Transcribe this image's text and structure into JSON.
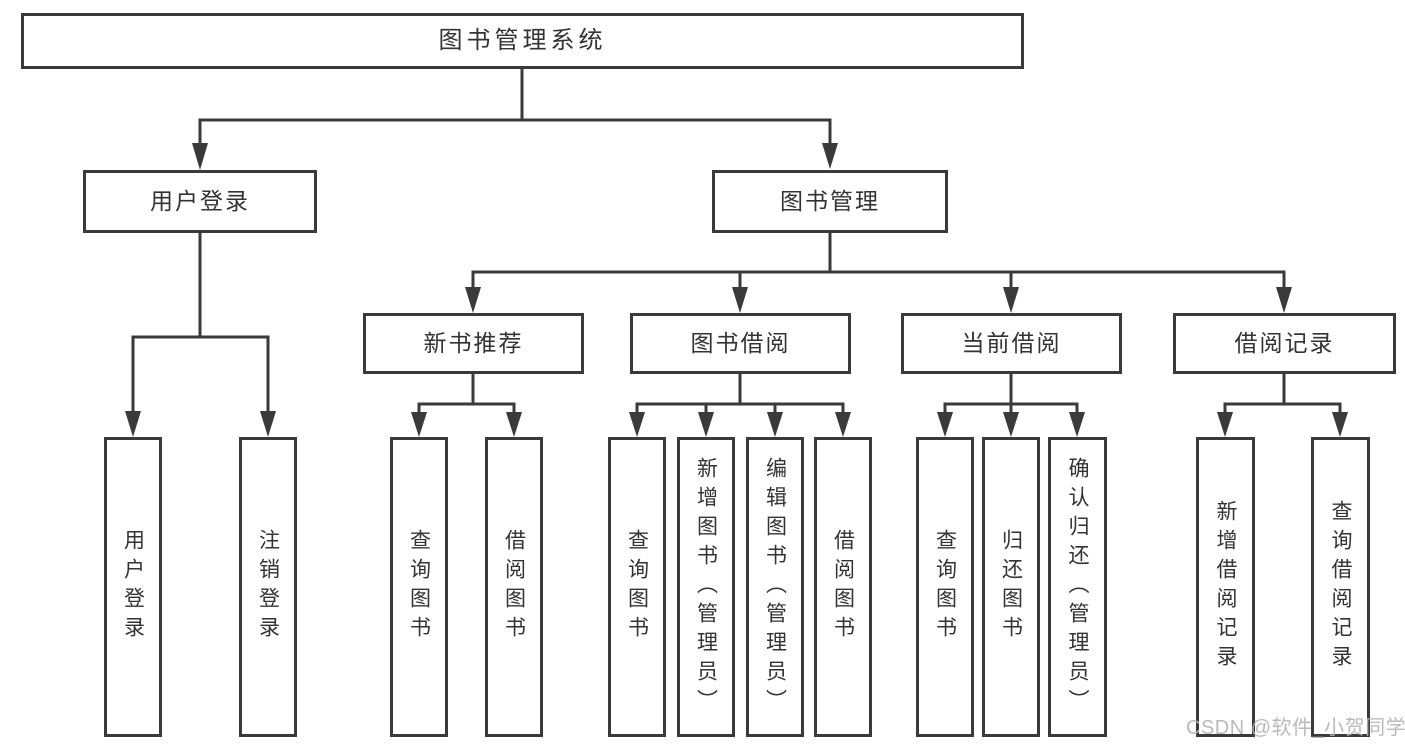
{
  "diagram": {
    "title": "图书管理系统",
    "line_color": "#3a3a3a",
    "text_color": "#333333",
    "box_background": "#ffffff",
    "nodes": {
      "root": {
        "label": "图书管理系统",
        "children": [
          "user_login",
          "book_management"
        ]
      },
      "user_login": {
        "label": "用户登录",
        "children": [
          "login_user",
          "login_logout"
        ]
      },
      "book_management": {
        "label": "图书管理",
        "children": [
          "new_book_recommend",
          "book_borrowing",
          "current_borrowing",
          "borrowing_records"
        ]
      },
      "login_user": {
        "label": "用户登录"
      },
      "login_logout": {
        "label": "注销登录"
      },
      "new_book_recommend": {
        "label": "新书推荐",
        "children": [
          "rec_query_books",
          "rec_borrow_books"
        ]
      },
      "book_borrowing": {
        "label": "图书借阅",
        "children": [
          "bor_query_books",
          "bor_add_books",
          "bor_edit_books",
          "bor_borrow_books"
        ]
      },
      "current_borrowing": {
        "label": "当前借阅",
        "children": [
          "cur_query_books",
          "cur_return_books",
          "cur_confirm_return"
        ]
      },
      "borrowing_records": {
        "label": "借阅记录",
        "children": [
          "rcd_add_record",
          "rcd_query_record"
        ]
      },
      "rec_query_books": {
        "label": "查询图书"
      },
      "rec_borrow_books": {
        "label": "借阅图书"
      },
      "bor_query_books": {
        "label": "查询图书"
      },
      "bor_add_books": {
        "label": "新增图书（管理员）"
      },
      "bor_edit_books": {
        "label": "编辑图书（管理员）"
      },
      "bor_borrow_books": {
        "label": "借阅图书"
      },
      "cur_query_books": {
        "label": "查询图书"
      },
      "cur_return_books": {
        "label": "归还图书"
      },
      "cur_confirm_return": {
        "label": "确认归还（管理员）"
      },
      "rcd_add_record": {
        "label": "新增借阅记录"
      },
      "rcd_query_record": {
        "label": "查询借阅记录"
      }
    }
  },
  "watermark": {
    "text": "CSDN @软件_小贺同学",
    "color": "#b3b3b3"
  }
}
